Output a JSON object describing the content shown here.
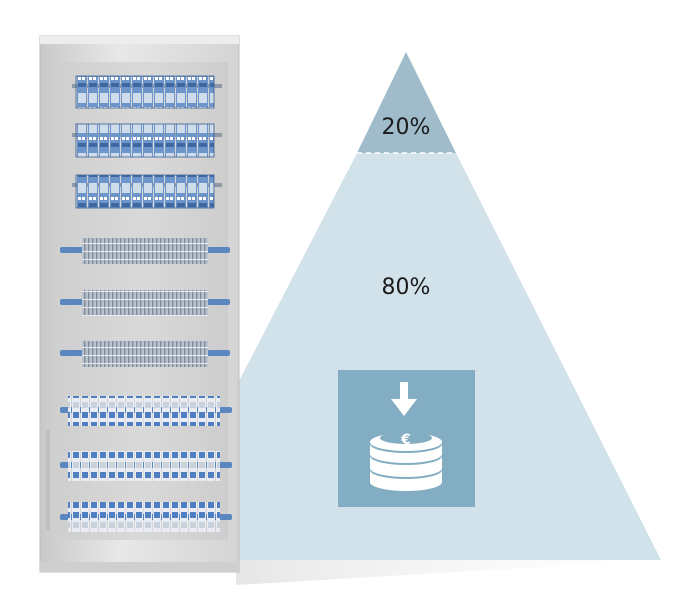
{
  "pyramid": {
    "top_label": "20%",
    "bottom_label": "80%",
    "top_share": 20,
    "bottom_share": 80
  },
  "icon": {
    "name": "euro-coin-stack-icon",
    "symbol": "€"
  },
  "colors": {
    "pyramid_top": "#a0bccb",
    "pyramid_bottom": "#d2e2ea",
    "icon_tile": "#83adc2",
    "cabinet_frame": "#dcdcdc",
    "cabinet_back": "#d0d0d0",
    "module_blue": "#5a87c0",
    "terminal_grey": "#9aa6b8"
  }
}
